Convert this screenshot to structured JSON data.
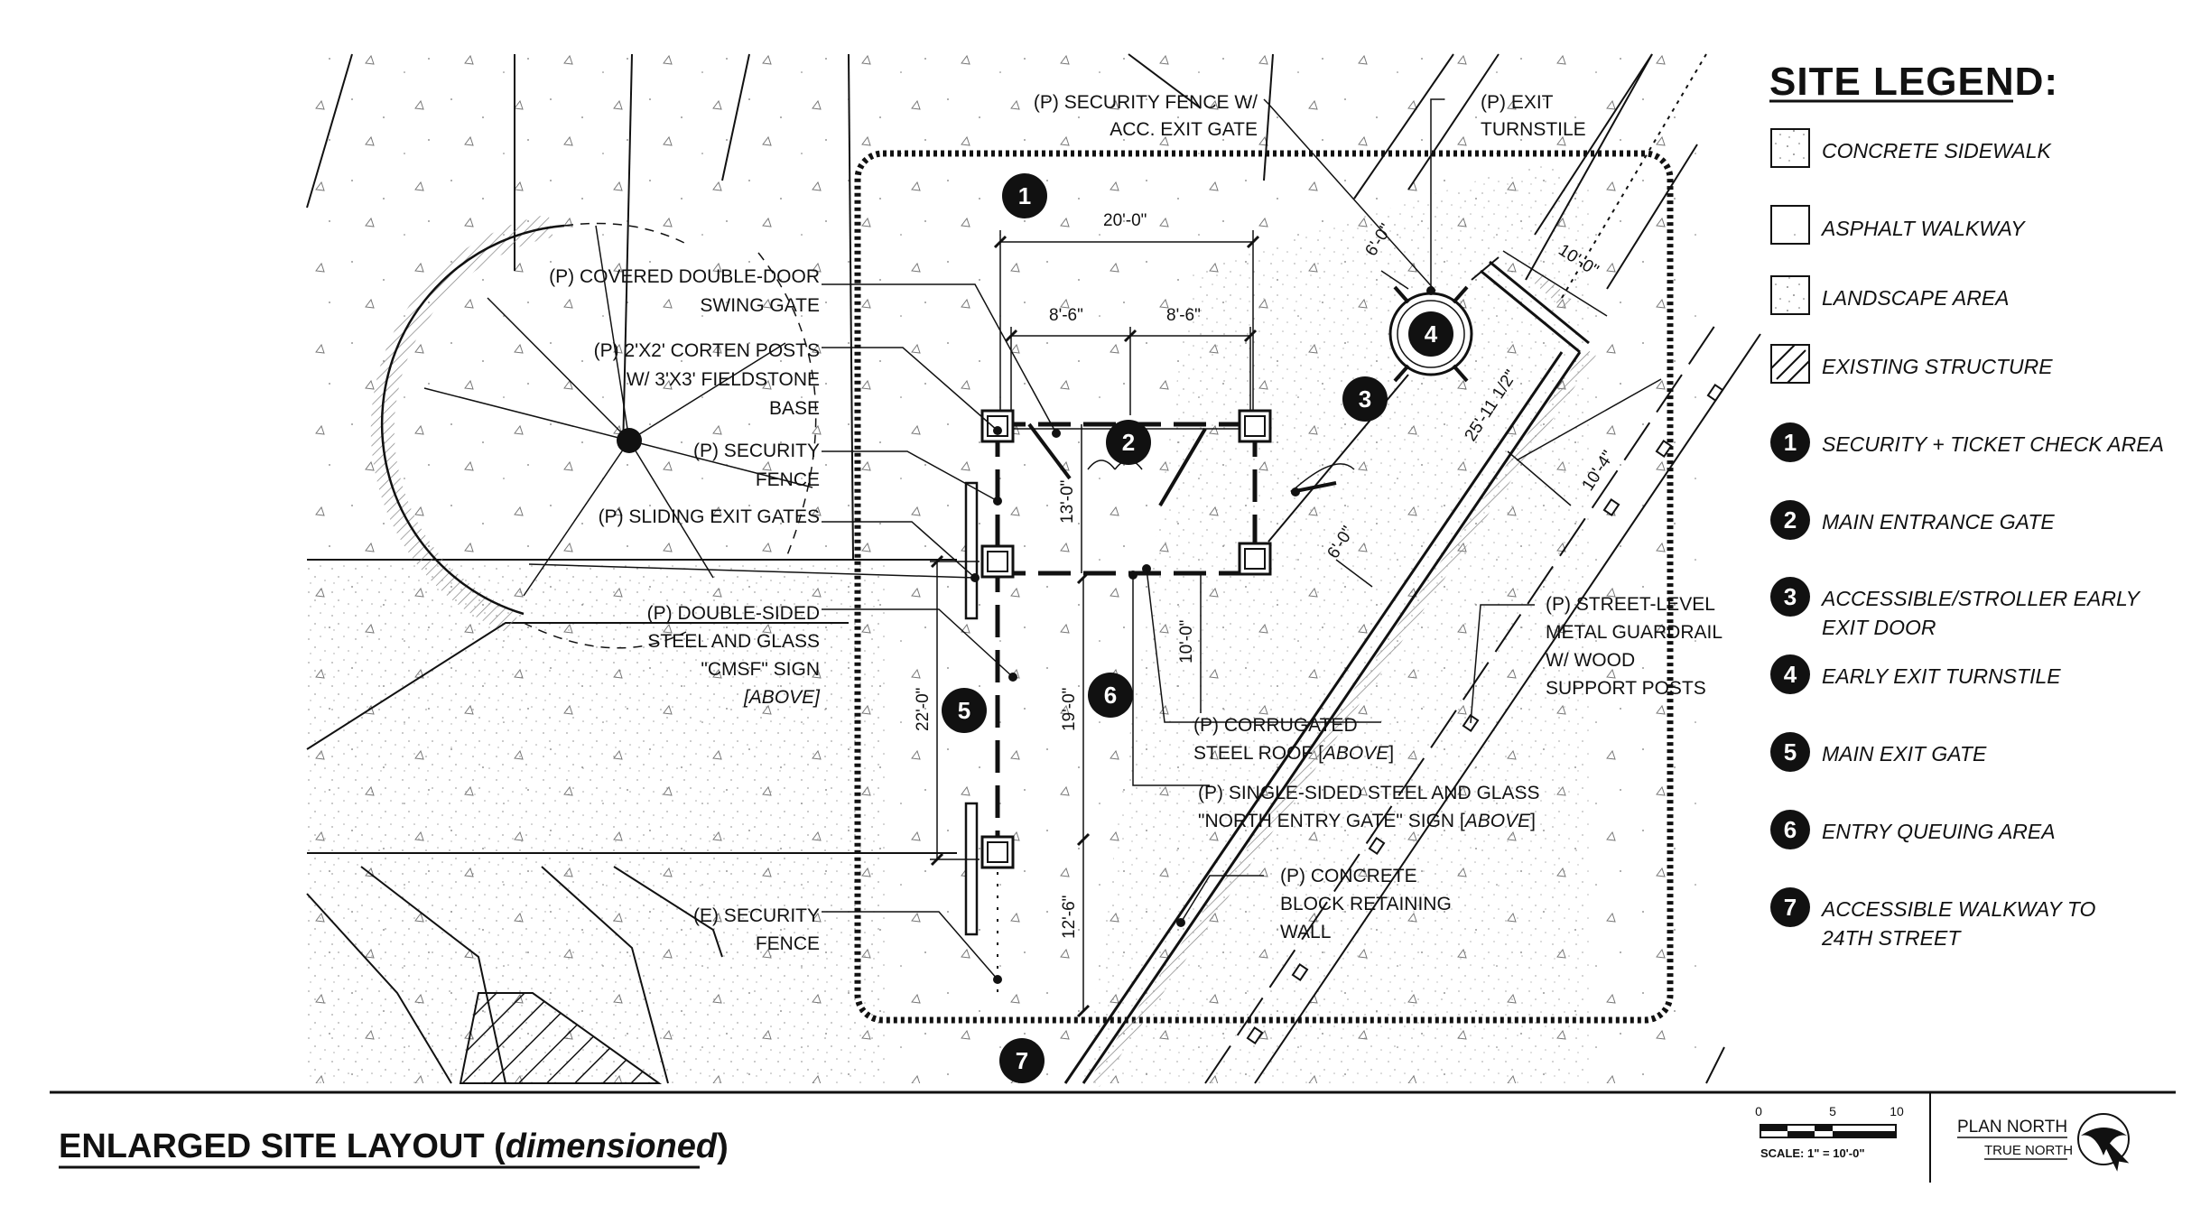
{
  "title": {
    "main": "ENLARGED SITE LAYOUT (",
    "italic": "dimensioned",
    "close": ")"
  },
  "legend": {
    "heading": "SITE LEGEND:",
    "materials": [
      {
        "label": "CONCRETE SIDEWALK"
      },
      {
        "label": "ASPHALT WALKWAY"
      },
      {
        "label": "LANDSCAPE AREA"
      },
      {
        "label": "EXISTING STRUCTURE"
      }
    ],
    "keys": [
      {
        "num": "1",
        "lines": [
          "SECURITY + TICKET CHECK AREA"
        ]
      },
      {
        "num": "2",
        "lines": [
          "MAIN ENTRANCE GATE"
        ]
      },
      {
        "num": "3",
        "lines": [
          "ACCESSIBLE/STROLLER EARLY",
          "EXIT DOOR"
        ]
      },
      {
        "num": "4",
        "lines": [
          "EARLY EXIT TURNSTILE"
        ]
      },
      {
        "num": "5",
        "lines": [
          "MAIN EXIT GATE"
        ]
      },
      {
        "num": "6",
        "lines": [
          "ENTRY QUEUING AREA"
        ]
      },
      {
        "num": "7",
        "lines": [
          "ACCESSIBLE WALKWAY TO",
          "24TH STREET"
        ]
      }
    ]
  },
  "callouts": {
    "covered_gate": [
      "(P) COVERED DOUBLE-DOOR",
      "SWING GATE"
    ],
    "corten_posts": [
      "(P) 2'X2' CORTEN POSTS",
      "W/ 3'X3' FIELDSTONE",
      "BASE"
    ],
    "security_fence": [
      "(P) SECURITY",
      "FENCE"
    ],
    "sliding_gates": [
      "(P) SLIDING EXIT GATES"
    ],
    "cmsf_sign": [
      "(P) DOUBLE-SIDED",
      "STEEL AND GLASS",
      "\"CMSF\" SIGN"
    ],
    "cmsf_sign_above": "[ABOVE]",
    "existing_fence": [
      "(E) SECURITY",
      "FENCE"
    ],
    "fence_exit_gate": [
      "(P) SECURITY FENCE W/",
      "ACC. EXIT GATE"
    ],
    "exit_turnstile": [
      "(P) EXIT",
      "TURNSTILE"
    ],
    "guardrail": [
      "(P) STREET-LEVEL",
      "METAL GUARDRAIL",
      "W/ WOOD",
      "SUPPORT POSTS"
    ],
    "corrugated_roof_1": "(P) CORRUGATED",
    "corrugated_roof_2": "STEEL ROOF [",
    "corrugated_roof_above": "ABOVE",
    "corrugated_roof_close": "]",
    "north_sign_1": "(P) SINGLE-SIDED STEEL AND GLASS",
    "north_sign_2": "\"NORTH ENTRY GATE\" SIGN [",
    "north_sign_above": "ABOVE",
    "north_sign_close": "]",
    "retaining_wall": [
      "(P) CONCRETE",
      "BLOCK RETAINING",
      "WALL"
    ]
  },
  "dimensions": {
    "d20": "20'-0\"",
    "d8a": "8'-6\"",
    "d8b": "8'-6\"",
    "d13": "13'-0\"",
    "d10v": "10'-0\"",
    "d22": "22'-0\"",
    "d19": "19'-0\"",
    "d12": "12'-6\"",
    "d6a": "6'-0\"",
    "d6b": "6'-0\"",
    "d10h": "10'-0\"",
    "d25": "25'-11 1/2\"",
    "d104": "10'-4\""
  },
  "plan_markers": [
    {
      "num": "1"
    },
    {
      "num": "2"
    },
    {
      "num": "3"
    },
    {
      "num": "4"
    },
    {
      "num": "5"
    },
    {
      "num": "6"
    },
    {
      "num": "7"
    }
  ],
  "scale": {
    "t0": "0",
    "t5": "5",
    "t10": "10",
    "caption": "SCALE: 1\" = 10'-0\""
  },
  "north": {
    "plan": "PLAN NORTH",
    "true": "TRUE NORTH"
  },
  "colors": {
    "ink": "#111111",
    "hatch": "#555555",
    "fill_light": "#f7f7f7",
    "paper": "#ffffff"
  }
}
